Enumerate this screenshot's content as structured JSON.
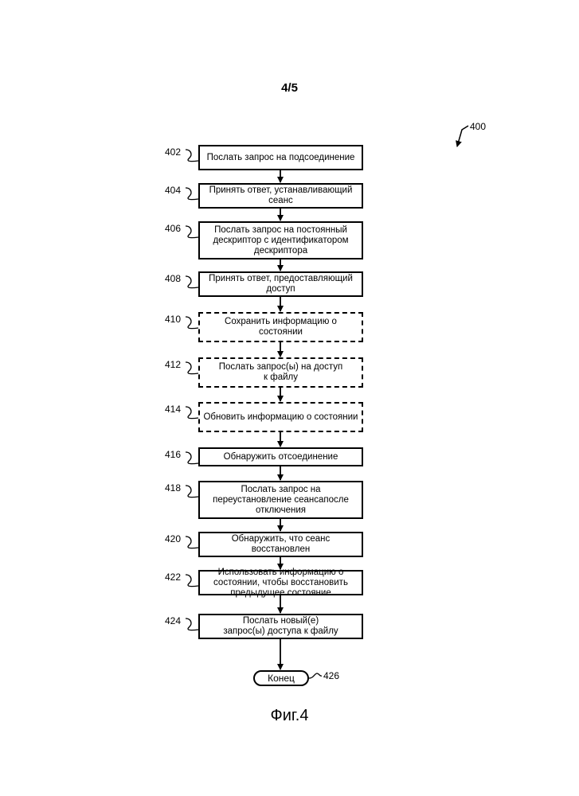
{
  "page_number": "4/5",
  "figure_ref": "400",
  "figure_caption": "Фиг.4",
  "steps": [
    {
      "num": "402",
      "text": "Послать запрос на подсоединение",
      "dashed": false
    },
    {
      "num": "404",
      "text": "Принять ответ, устанавливающий\nсеанс",
      "dashed": false
    },
    {
      "num": "406",
      "text": "Послать запрос на постоянный\nдескриптор с идентификатором\nдескриптора",
      "dashed": false
    },
    {
      "num": "408",
      "text": "Принять ответ, предоставляющий\nдоступ",
      "dashed": false
    },
    {
      "num": "410",
      "text": "Сохранить информацию о\nсостоянии",
      "dashed": true
    },
    {
      "num": "412",
      "text": "Послать запрос(ы) на доступ\nк файлу",
      "dashed": true
    },
    {
      "num": "414",
      "text": "Обновить информацию о состоянии",
      "dashed": true
    },
    {
      "num": "416",
      "text": "Обнаружить отсоединение",
      "dashed": false
    },
    {
      "num": "418",
      "text": "Послать запрос на\nпереустановление сеансапосле\nотключения",
      "dashed": false
    },
    {
      "num": "420",
      "text": "Обнаружить, что сеанс\nвосстановлен",
      "dashed": false
    },
    {
      "num": "422",
      "text": "Использовать информацию о\nсостоянии, чтобы восстановить\nпредыдущее состояние",
      "dashed": false
    },
    {
      "num": "424",
      "text": "Послать новый(е)\nзапрос(ы) доступа к файлу",
      "dashed": false
    }
  ],
  "end": {
    "num": "426",
    "text": "Конец"
  }
}
